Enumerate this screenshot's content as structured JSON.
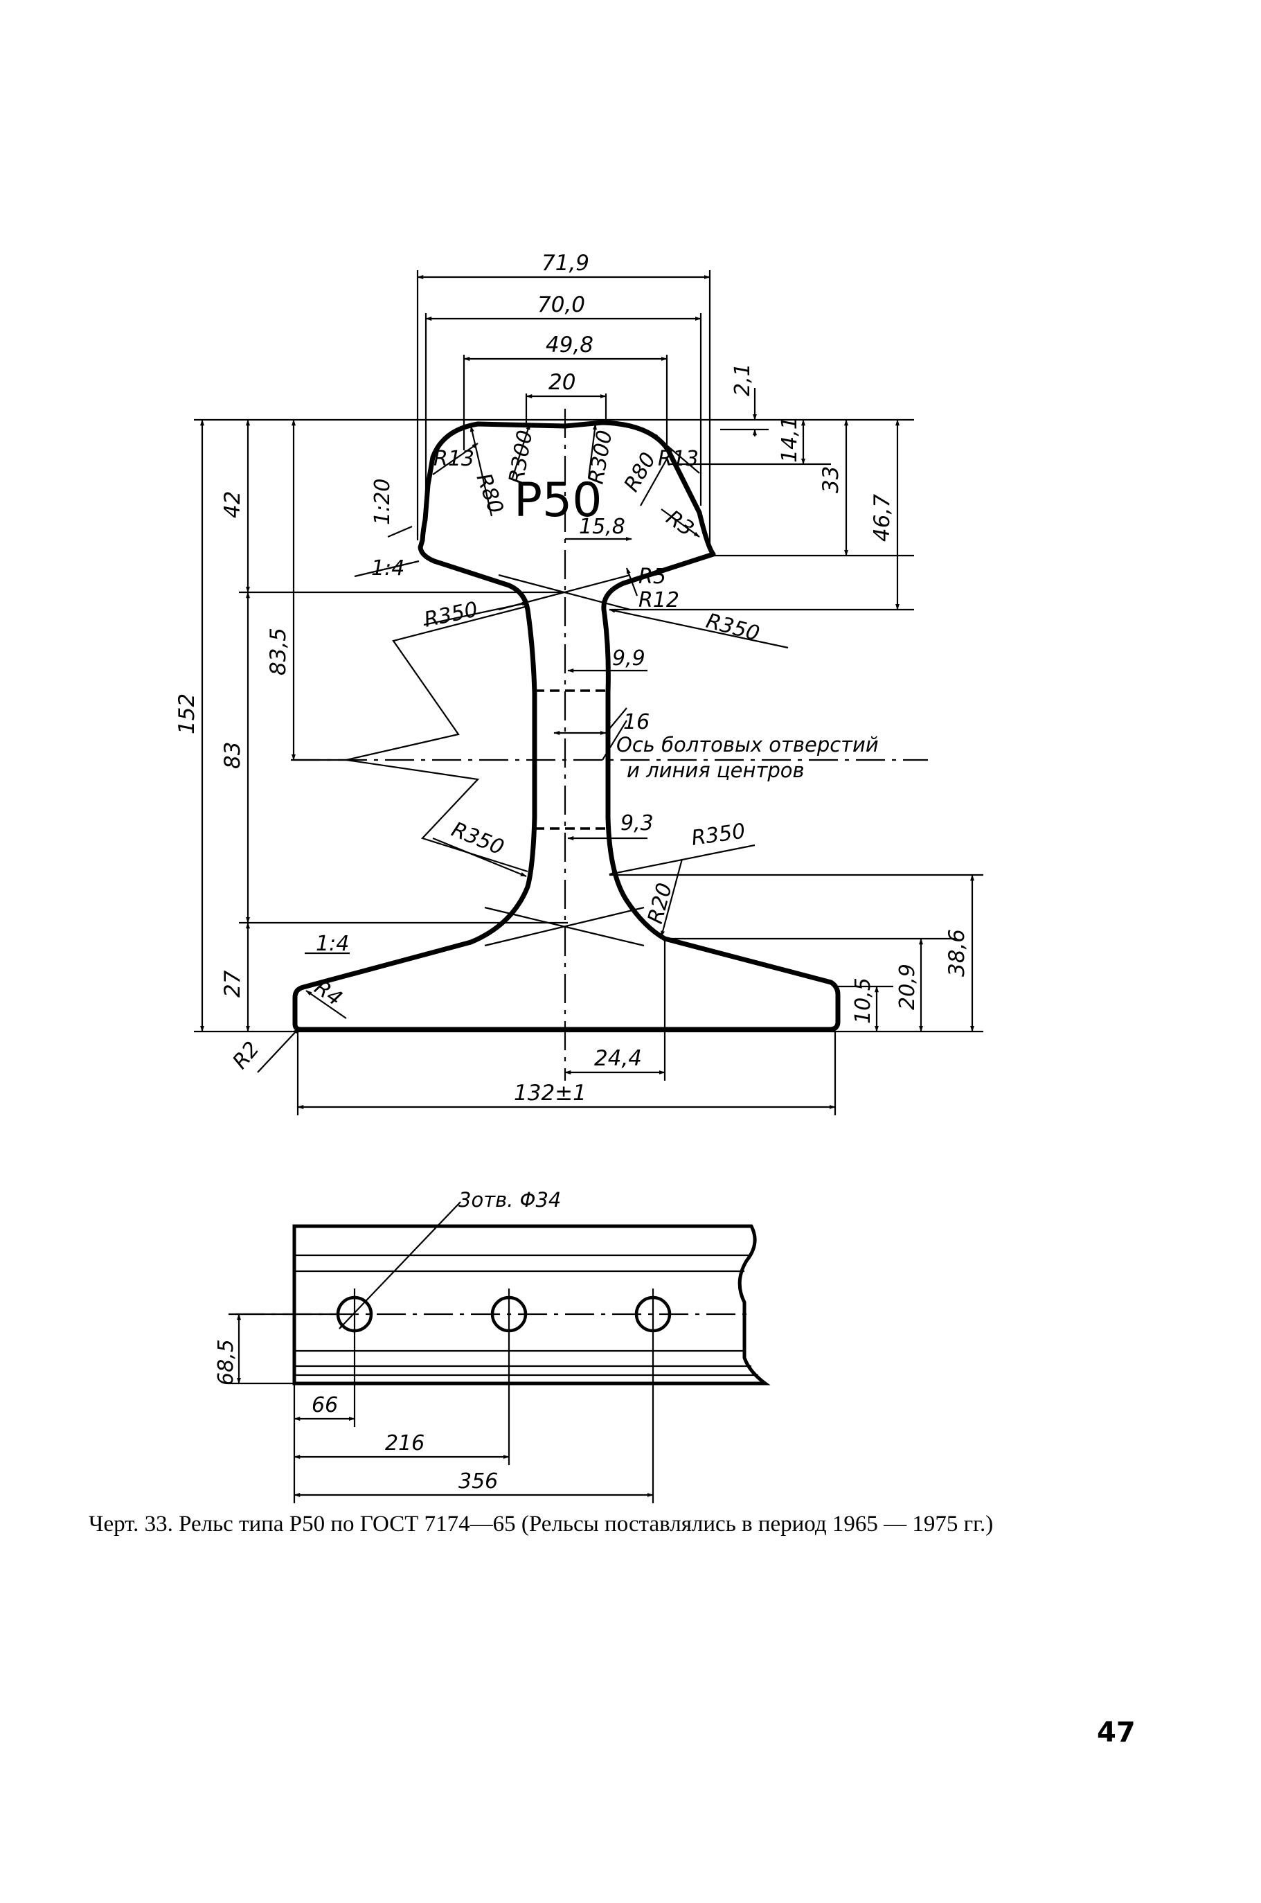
{
  "section": {
    "profile_mark": "Р50",
    "dimensions": {
      "head_width_total": "71,9",
      "head_width": "70,0",
      "head_top_width": "49,8",
      "crown_width": "20",
      "head_height_offset": "2,1",
      "head_side_height": "14,1",
      "head_depth": "33",
      "head_to_neck": "46,7",
      "height_total": "152",
      "head_height": "42",
      "web_to_axis": "83,5",
      "web_height": "83",
      "foot_height": "27",
      "neck_width": "15,8",
      "web_width_upper": "9,9",
      "web_width_axis": "16",
      "web_width_lower": "9,3",
      "foot_to_web": "38,6",
      "foot_slope_height": "20,9",
      "foot_edge_height": "10,5",
      "foot_half_web": "24,4",
      "foot_width": "132±1"
    },
    "radii": {
      "r13_left": "R13",
      "r80_left": "R80",
      "r300_left": "R300",
      "r300_right": "R300",
      "r80_right": "R80",
      "r13_right": "R13",
      "r3": "R3",
      "r5": "R5",
      "r12": "R12",
      "r350_upper_left": "R350",
      "r350_upper_right": "R350",
      "r350_lower_left": "R350",
      "r350_lower_right": "R350",
      "r20": "R20",
      "r4": "R4",
      "r2": "R2"
    },
    "slopes": {
      "head_side": "1:20",
      "head_under": "1:4",
      "foot_top": "1:4"
    },
    "axis_note_line1": "Ось болтовых отверстий",
    "axis_note_line2": "и линия центров"
  },
  "side_view": {
    "holes_label": "3отв. Φ34",
    "hole_height": "68,5",
    "hole1_offset": "66",
    "hole2_offset": "216",
    "hole3_offset": "356"
  },
  "caption": "Черт. 33. Рельс типа Р50 по ГОСТ 7174—65 (Рельсы поставлялись в период 1965 — 1975 гг.)",
  "page_number": "47"
}
